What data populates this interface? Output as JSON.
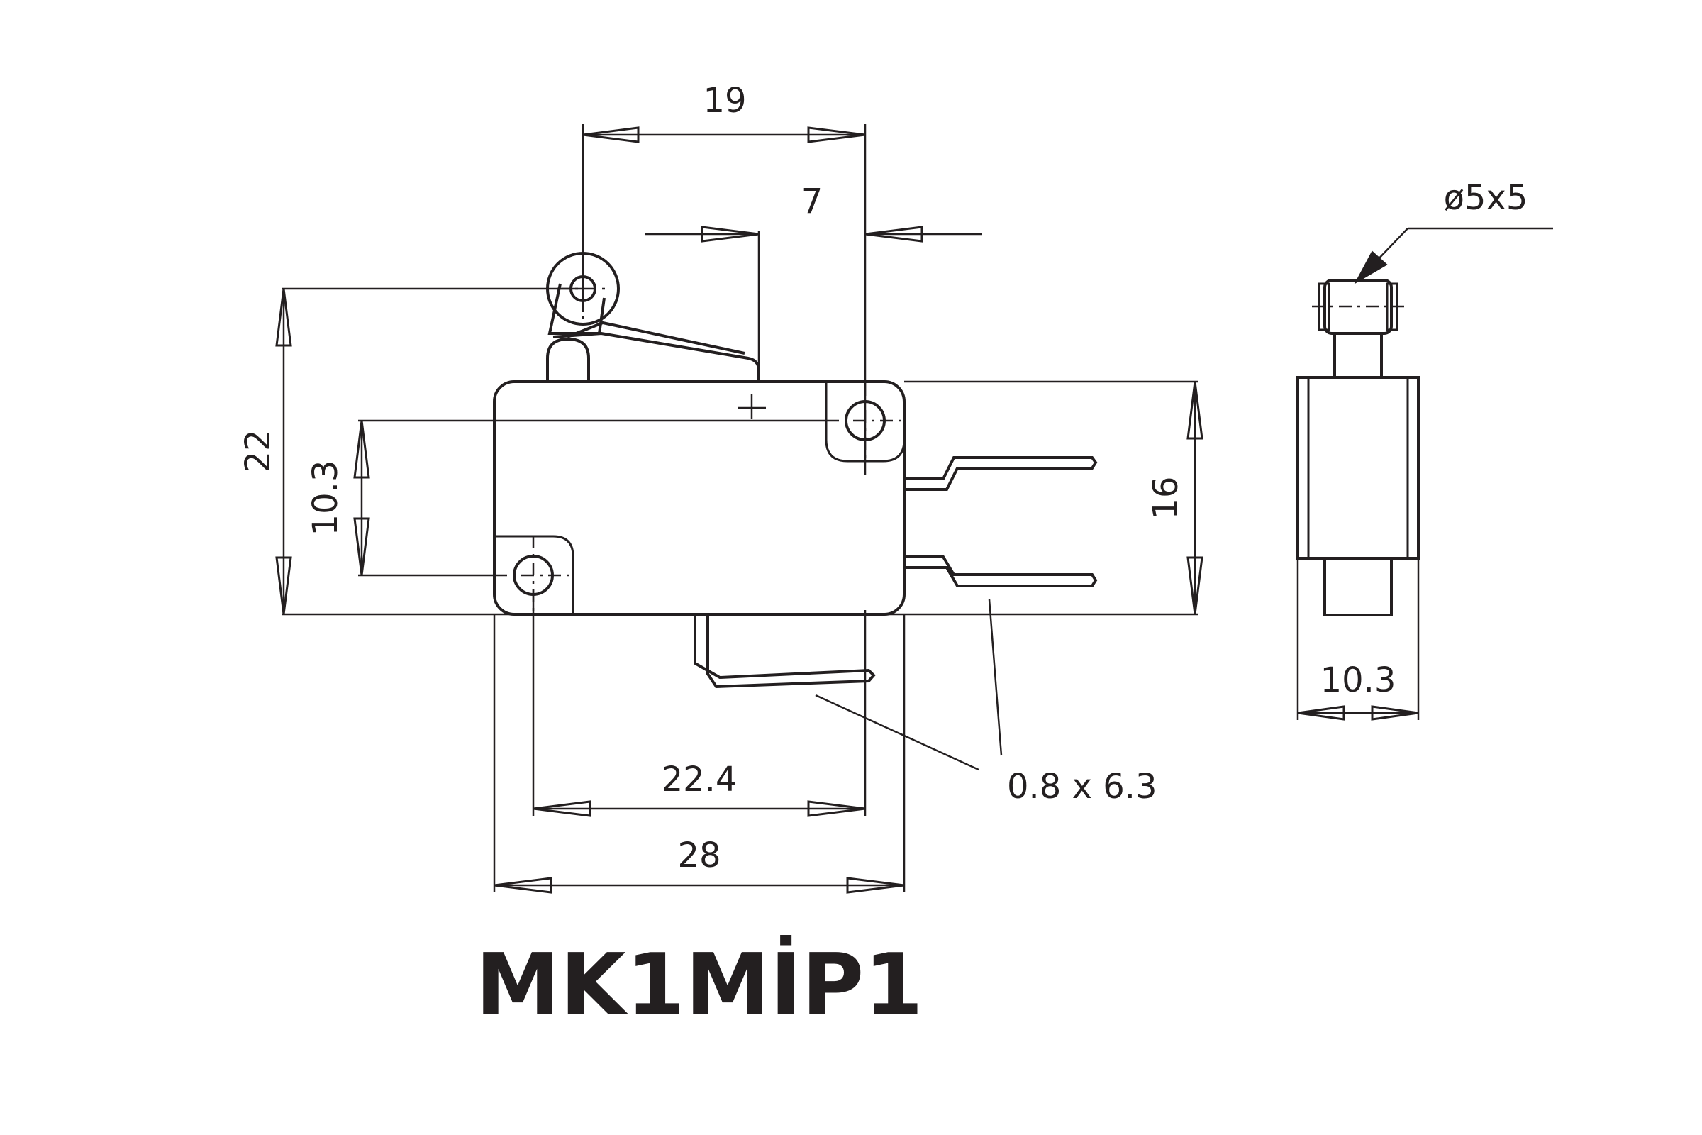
{
  "title": "MK1MİP1",
  "colors": {
    "ink": "#231f20",
    "background": "#ffffff"
  },
  "dimensions": {
    "overall_width": "28",
    "hole_spacing": "22.4",
    "roller_to_hole": "19",
    "actuator_offset": "7",
    "height_with_lever": "22",
    "hole_vertical": "10.3",
    "body_height": "16",
    "terminal": "0.8 x 6.3",
    "side_width": "10.3",
    "roller_size": "ø5x5"
  }
}
